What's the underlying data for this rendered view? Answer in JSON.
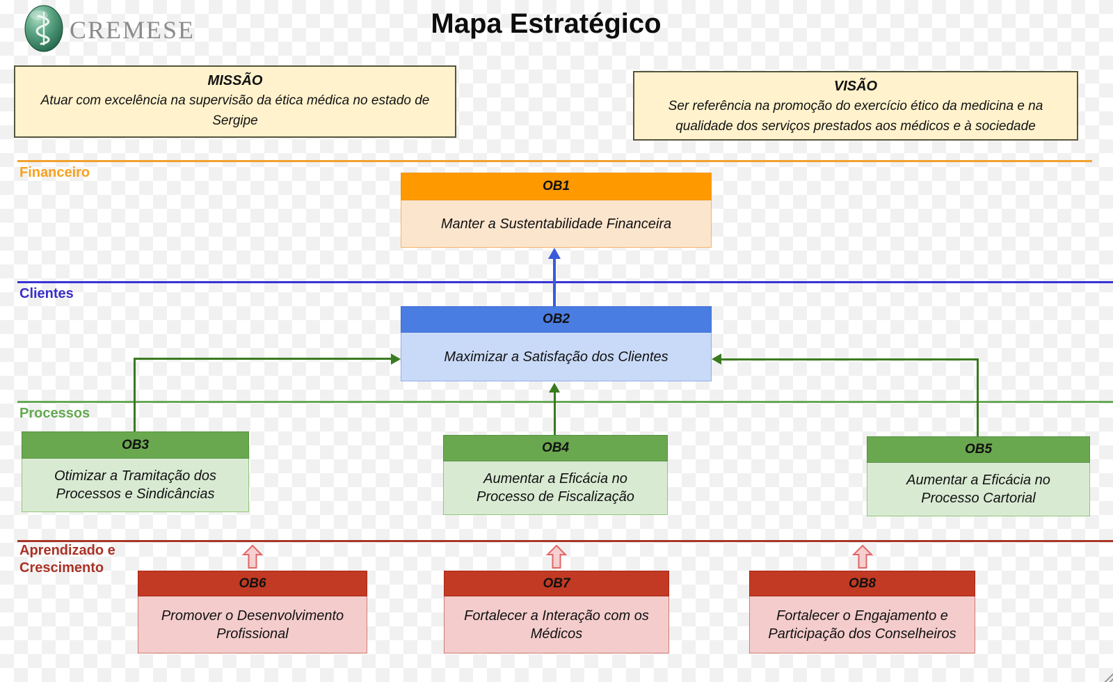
{
  "header": {
    "logo_text": "CREMESE",
    "logo_icon": "rod-of-asclepius-icon",
    "title": "Mapa Estratégico"
  },
  "mission": {
    "title": "MISSÃO",
    "text": "Atuar com excelência na supervisão da ética médica no estado de Sergipe"
  },
  "vision": {
    "title": "VISÃO",
    "text": "Ser referência na promoção do exercício ético da medicina e na qualidade dos serviços prestados aos médicos e à sociedade"
  },
  "lanes": [
    {
      "id": "financeiro",
      "label": "Financeiro",
      "color": "#F6A11E",
      "line_color": "#F0A12E"
    },
    {
      "id": "clientes",
      "label": "Clientes",
      "color": "#3B2FC8",
      "line_color": "#3732D4"
    },
    {
      "id": "processos",
      "label": "Processos",
      "color": "#63A950",
      "line_color": "#67A857"
    },
    {
      "id": "aprendizado-e-crescimento",
      "label": "Aprendizado e Crescimento",
      "lines": [
        "Aprendizado e",
        "Crescimento"
      ],
      "color": "#A93226",
      "line_color": "#A93529"
    }
  ],
  "objectives": [
    {
      "code": "OB1",
      "text": "Manter a Sustentabilidade Financeira",
      "lane": "financeiro",
      "header_color": "#FF9900",
      "body_color": "#FCE5CD"
    },
    {
      "code": "OB2",
      "text": "Maximizar a Satisfação dos Clientes",
      "lane": "clientes",
      "header_color": "#4A7DE2",
      "body_color": "#C9DAF8"
    },
    {
      "code": "OB3",
      "text": "Otimizar a Tramitação dos Processos e Sindicâncias",
      "lane": "processos",
      "header_color": "#6AA84F",
      "body_color": "#D9EAD3"
    },
    {
      "code": "OB4",
      "text": "Aumentar a Eficácia no Processo de Fiscalização",
      "lane": "processos",
      "header_color": "#6AA84F",
      "body_color": "#D9EAD3"
    },
    {
      "code": "OB5",
      "text": "Aumentar a Eficácia no Processo Cartorial",
      "lane": "processos",
      "header_color": "#6AA84F",
      "body_color": "#D9EAD3"
    },
    {
      "code": "OB6",
      "text": "Promover o Desenvolvimento Profissional",
      "lane": "aprendizado-e-crescimento",
      "header_color": "#C23A23",
      "body_color": "#F4CCCC"
    },
    {
      "code": "OB7",
      "text": "Fortalecer a Interação com os Médicos",
      "lane": "aprendizado-e-crescimento",
      "header_color": "#C23A23",
      "body_color": "#F4CCCC"
    },
    {
      "code": "OB8",
      "text": "Fortalecer o Engajamento e Participação dos Conselheiros",
      "lane": "aprendizado-e-crescimento",
      "header_color": "#C23A23",
      "body_color": "#F4CCCC"
    }
  ],
  "connectors": {
    "blue_arrow_color": "#3A5BD9",
    "green_arrow_color": "#3A7A1F",
    "block_arrow_fill": "#F6CFCF",
    "block_arrow_stroke": "#E06666"
  }
}
